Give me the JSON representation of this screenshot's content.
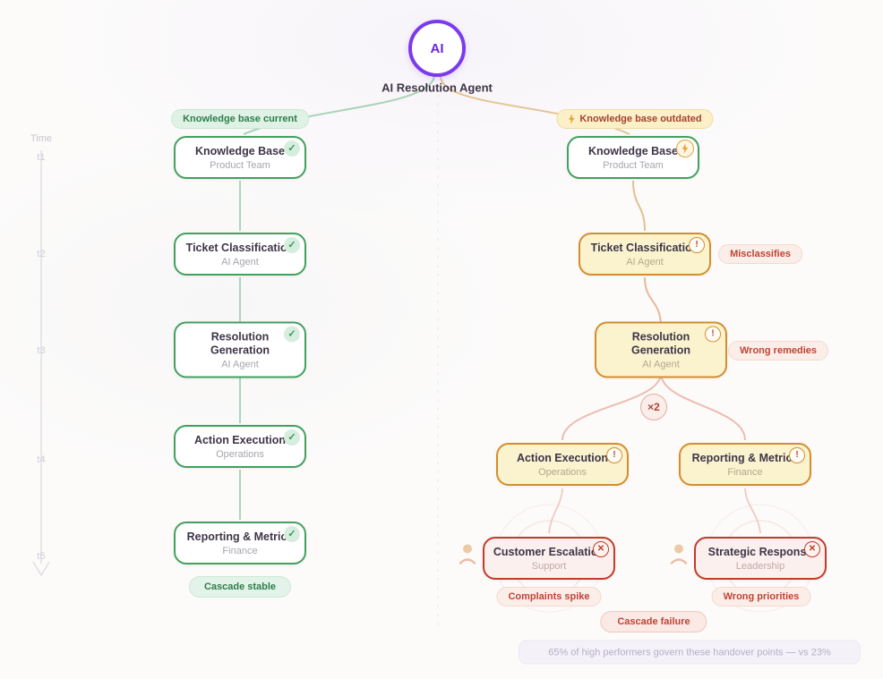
{
  "root": {
    "avatar": "AI",
    "title": "AI Resolution Agent"
  },
  "timeline": {
    "label": "Time",
    "ticks": [
      "t1",
      "t2",
      "t3",
      "t4",
      "t5"
    ]
  },
  "left": {
    "branch_badge": "Knowledge base current",
    "outcome_badge": "Cascade stable",
    "check_glyph": "✓",
    "nodes": [
      {
        "title": "Knowledge Base",
        "subtitle": "Product Team"
      },
      {
        "title": "Ticket Classification",
        "subtitle": "AI Agent"
      },
      {
        "title": "Resolution Generation",
        "subtitle": "AI Agent"
      },
      {
        "title": "Action Execution",
        "subtitle": "Operations"
      },
      {
        "title": "Reporting & Metrics",
        "subtitle": "Finance"
      }
    ]
  },
  "right": {
    "branch_badge": "Knowledge base outdated",
    "branch_badge_icon": "lightning-icon",
    "outcome_badge": "Cascade failure",
    "multiplier_badge": "×2",
    "warning_glyph": "!",
    "fail_glyph": "✕",
    "nodes": [
      {
        "title": "Knowledge Base",
        "subtitle": "Product Team"
      },
      {
        "title": "Ticket Classification",
        "subtitle": "AI Agent",
        "side_label": "Misclassifies"
      },
      {
        "title": "Resolution Generation",
        "subtitle": "AI Agent",
        "side_label": "Wrong remedies"
      },
      {
        "title": "Action Execution",
        "subtitle": "Operations"
      },
      {
        "title": "Reporting & Metrics",
        "subtitle": "Finance"
      },
      {
        "title": "Customer Escalation",
        "subtitle": "Support",
        "bottom_label": "Complaints spike"
      },
      {
        "title": "Strategic Response",
        "subtitle": "Leadership",
        "bottom_label": "Wrong priorities"
      }
    ]
  },
  "footer": {
    "text": "65% of high performers govern these handover points — vs 23%"
  },
  "colors": {
    "accent_purple": "#7C3AED",
    "success_green": "#43A05E",
    "warning_orange": "#D28E2F",
    "failure_red": "#C23B2B"
  }
}
